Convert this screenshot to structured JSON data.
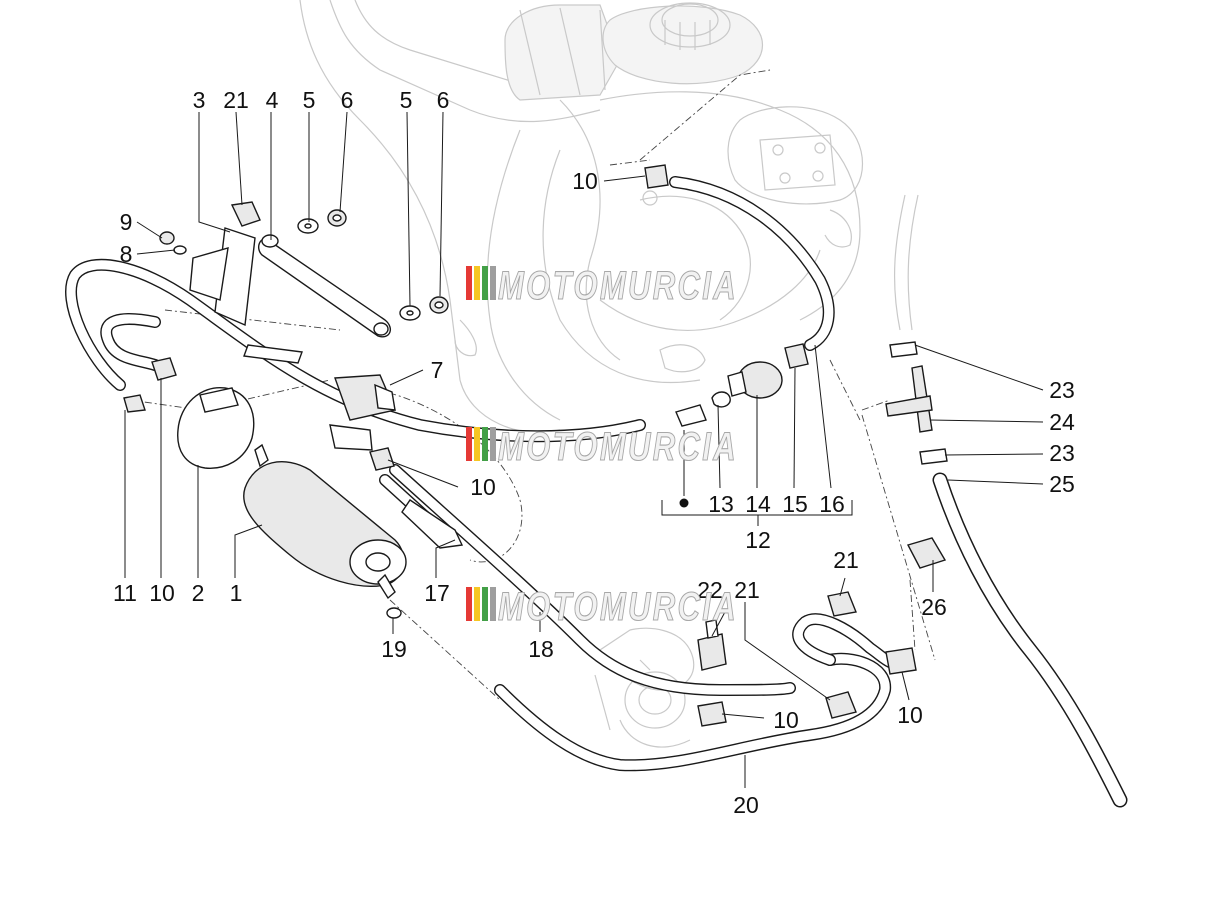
{
  "watermark": {
    "text": "MOTOMURCIA",
    "stripe_colors": [
      "#e53935",
      "#f6c623",
      "#43a047",
      "#9e9e9e"
    ]
  },
  "colors": {
    "line": "#1a1a1a",
    "ghost": "#c9c9c9",
    "background": "#ffffff"
  },
  "callouts": [
    {
      "id": "c3",
      "text": "3"
    },
    {
      "id": "c21a",
      "text": "21"
    },
    {
      "id": "c4",
      "text": "4"
    },
    {
      "id": "c5a",
      "text": "5"
    },
    {
      "id": "c6a",
      "text": "6"
    },
    {
      "id": "c5b",
      "text": "5"
    },
    {
      "id": "c6b",
      "text": "6"
    },
    {
      "id": "c9",
      "text": "9"
    },
    {
      "id": "c8",
      "text": "8"
    },
    {
      "id": "c10a",
      "text": "10"
    },
    {
      "id": "c7",
      "text": "7"
    },
    {
      "id": "c10b",
      "text": "10"
    },
    {
      "id": "c13",
      "text": "13"
    },
    {
      "id": "c14",
      "text": "14"
    },
    {
      "id": "c15",
      "text": "15"
    },
    {
      "id": "c16",
      "text": "16"
    },
    {
      "id": "c12",
      "text": "12"
    },
    {
      "id": "c23a",
      "text": "23"
    },
    {
      "id": "c24",
      "text": "24"
    },
    {
      "id": "c23b",
      "text": "23"
    },
    {
      "id": "c25",
      "text": "25"
    },
    {
      "id": "c26",
      "text": "26"
    },
    {
      "id": "c11",
      "text": "11"
    },
    {
      "id": "c10c",
      "text": "10"
    },
    {
      "id": "c2",
      "text": "2"
    },
    {
      "id": "c1",
      "text": "1"
    },
    {
      "id": "c17",
      "text": "17"
    },
    {
      "id": "c18",
      "text": "18"
    },
    {
      "id": "c19",
      "text": "19"
    },
    {
      "id": "c22",
      "text": "22"
    },
    {
      "id": "c21b",
      "text": "21"
    },
    {
      "id": "c21c",
      "text": "21"
    },
    {
      "id": "c10d",
      "text": "10"
    },
    {
      "id": "c10e",
      "text": "10"
    },
    {
      "id": "c20",
      "text": "20"
    }
  ]
}
